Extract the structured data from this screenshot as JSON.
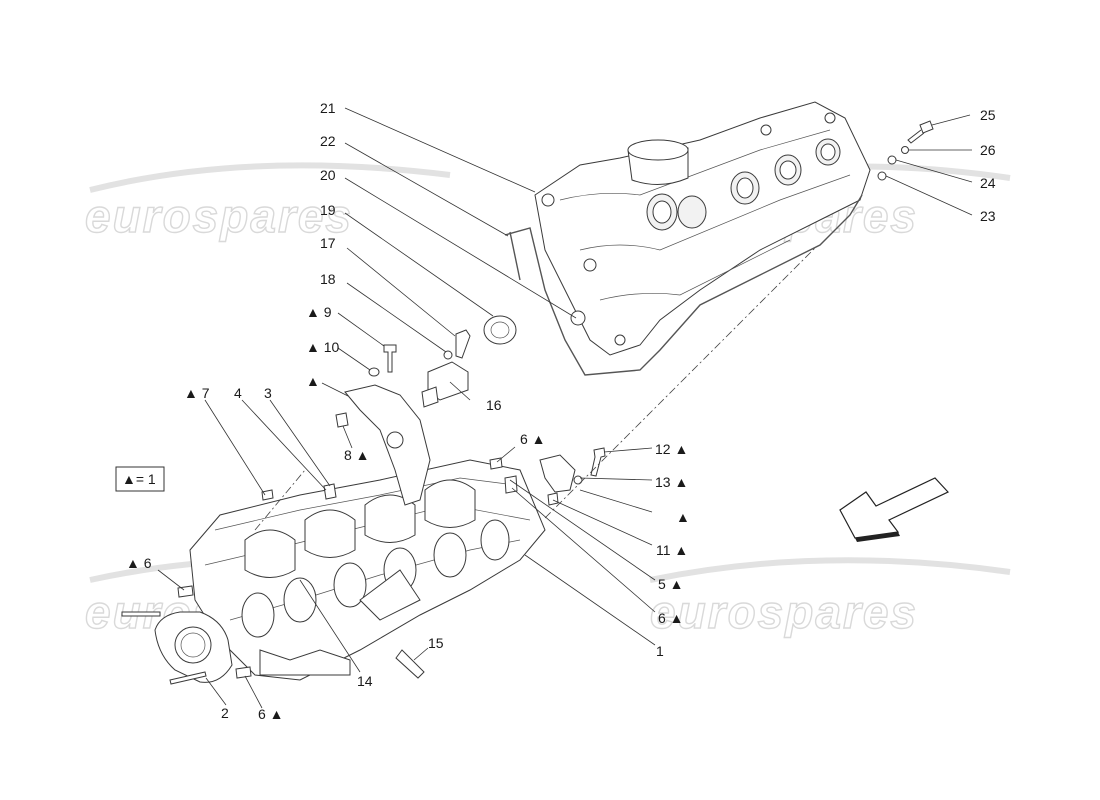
{
  "watermark": {
    "text": "eurospares"
  },
  "legend": {
    "text": "▲= 1"
  },
  "callouts": [
    {
      "id": "c1",
      "text": "1"
    },
    {
      "id": "c2",
      "text": "2"
    },
    {
      "id": "c3",
      "text": "3"
    },
    {
      "id": "c4",
      "text": "4"
    },
    {
      "id": "c5",
      "text": "5 ▲"
    },
    {
      "id": "c6a",
      "text": "▲ 6"
    },
    {
      "id": "c6b",
      "text": "6 ▲"
    },
    {
      "id": "c6c",
      "text": "6 ▲"
    },
    {
      "id": "c6d",
      "text": "6 ▲"
    },
    {
      "id": "c7",
      "text": "▲ 7"
    },
    {
      "id": "c8",
      "text": "8 ▲"
    },
    {
      "id": "c9",
      "text": "▲ 9"
    },
    {
      "id": "c10",
      "text": "▲ 10"
    },
    {
      "id": "c11",
      "text": "11 ▲"
    },
    {
      "id": "c12",
      "text": "12 ▲"
    },
    {
      "id": "c13",
      "text": "13 ▲"
    },
    {
      "id": "c14",
      "text": "14"
    },
    {
      "id": "c15",
      "text": "15"
    },
    {
      "id": "c16",
      "text": "16"
    },
    {
      "id": "c17",
      "text": "17"
    },
    {
      "id": "c18",
      "text": "18"
    },
    {
      "id": "c19",
      "text": "19"
    },
    {
      "id": "c20",
      "text": "20"
    },
    {
      "id": "c21",
      "text": "21"
    },
    {
      "id": "c22",
      "text": "22"
    },
    {
      "id": "c23",
      "text": "23"
    },
    {
      "id": "c24",
      "text": "24"
    },
    {
      "id": "c25",
      "text": "25"
    },
    {
      "id": "c26",
      "text": "26"
    },
    {
      "id": "tri1",
      "text": "▲"
    },
    {
      "id": "tri2",
      "text": "▲"
    }
  ]
}
